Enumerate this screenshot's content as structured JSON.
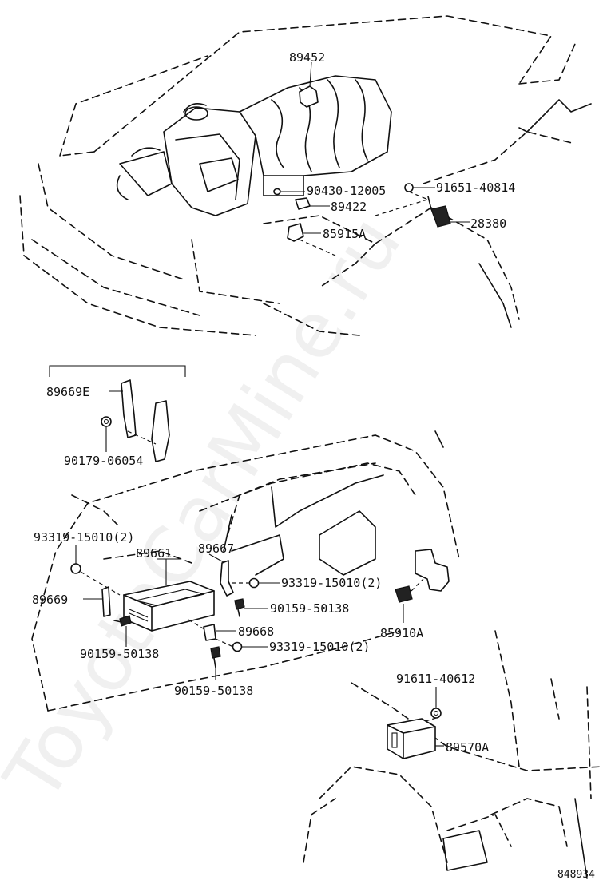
{
  "watermark": "ToyotaCarMine.ru",
  "diagram_id": "848934",
  "labels": {
    "p89452": "89452",
    "p90430": "90430-12005",
    "p91651": "91651-40814",
    "p89422": "89422",
    "p28380": "28380",
    "p85915A": "85915A",
    "p89669E": "89669E",
    "p90179": "90179-06054",
    "p93319a": "93319-15010(2)",
    "p89661": "89661",
    "p89667": "89667",
    "p93319b": "93319-15010(2)",
    "p89669": "89669",
    "p90159a": "90159-50138",
    "p90159b": "90159-50138",
    "p89668": "89668",
    "p93319c": "93319-15010(2)",
    "p85910A": "85910A",
    "p90159c": "90159-50138",
    "p91611": "91611-40612",
    "p89570A": "89570A"
  }
}
